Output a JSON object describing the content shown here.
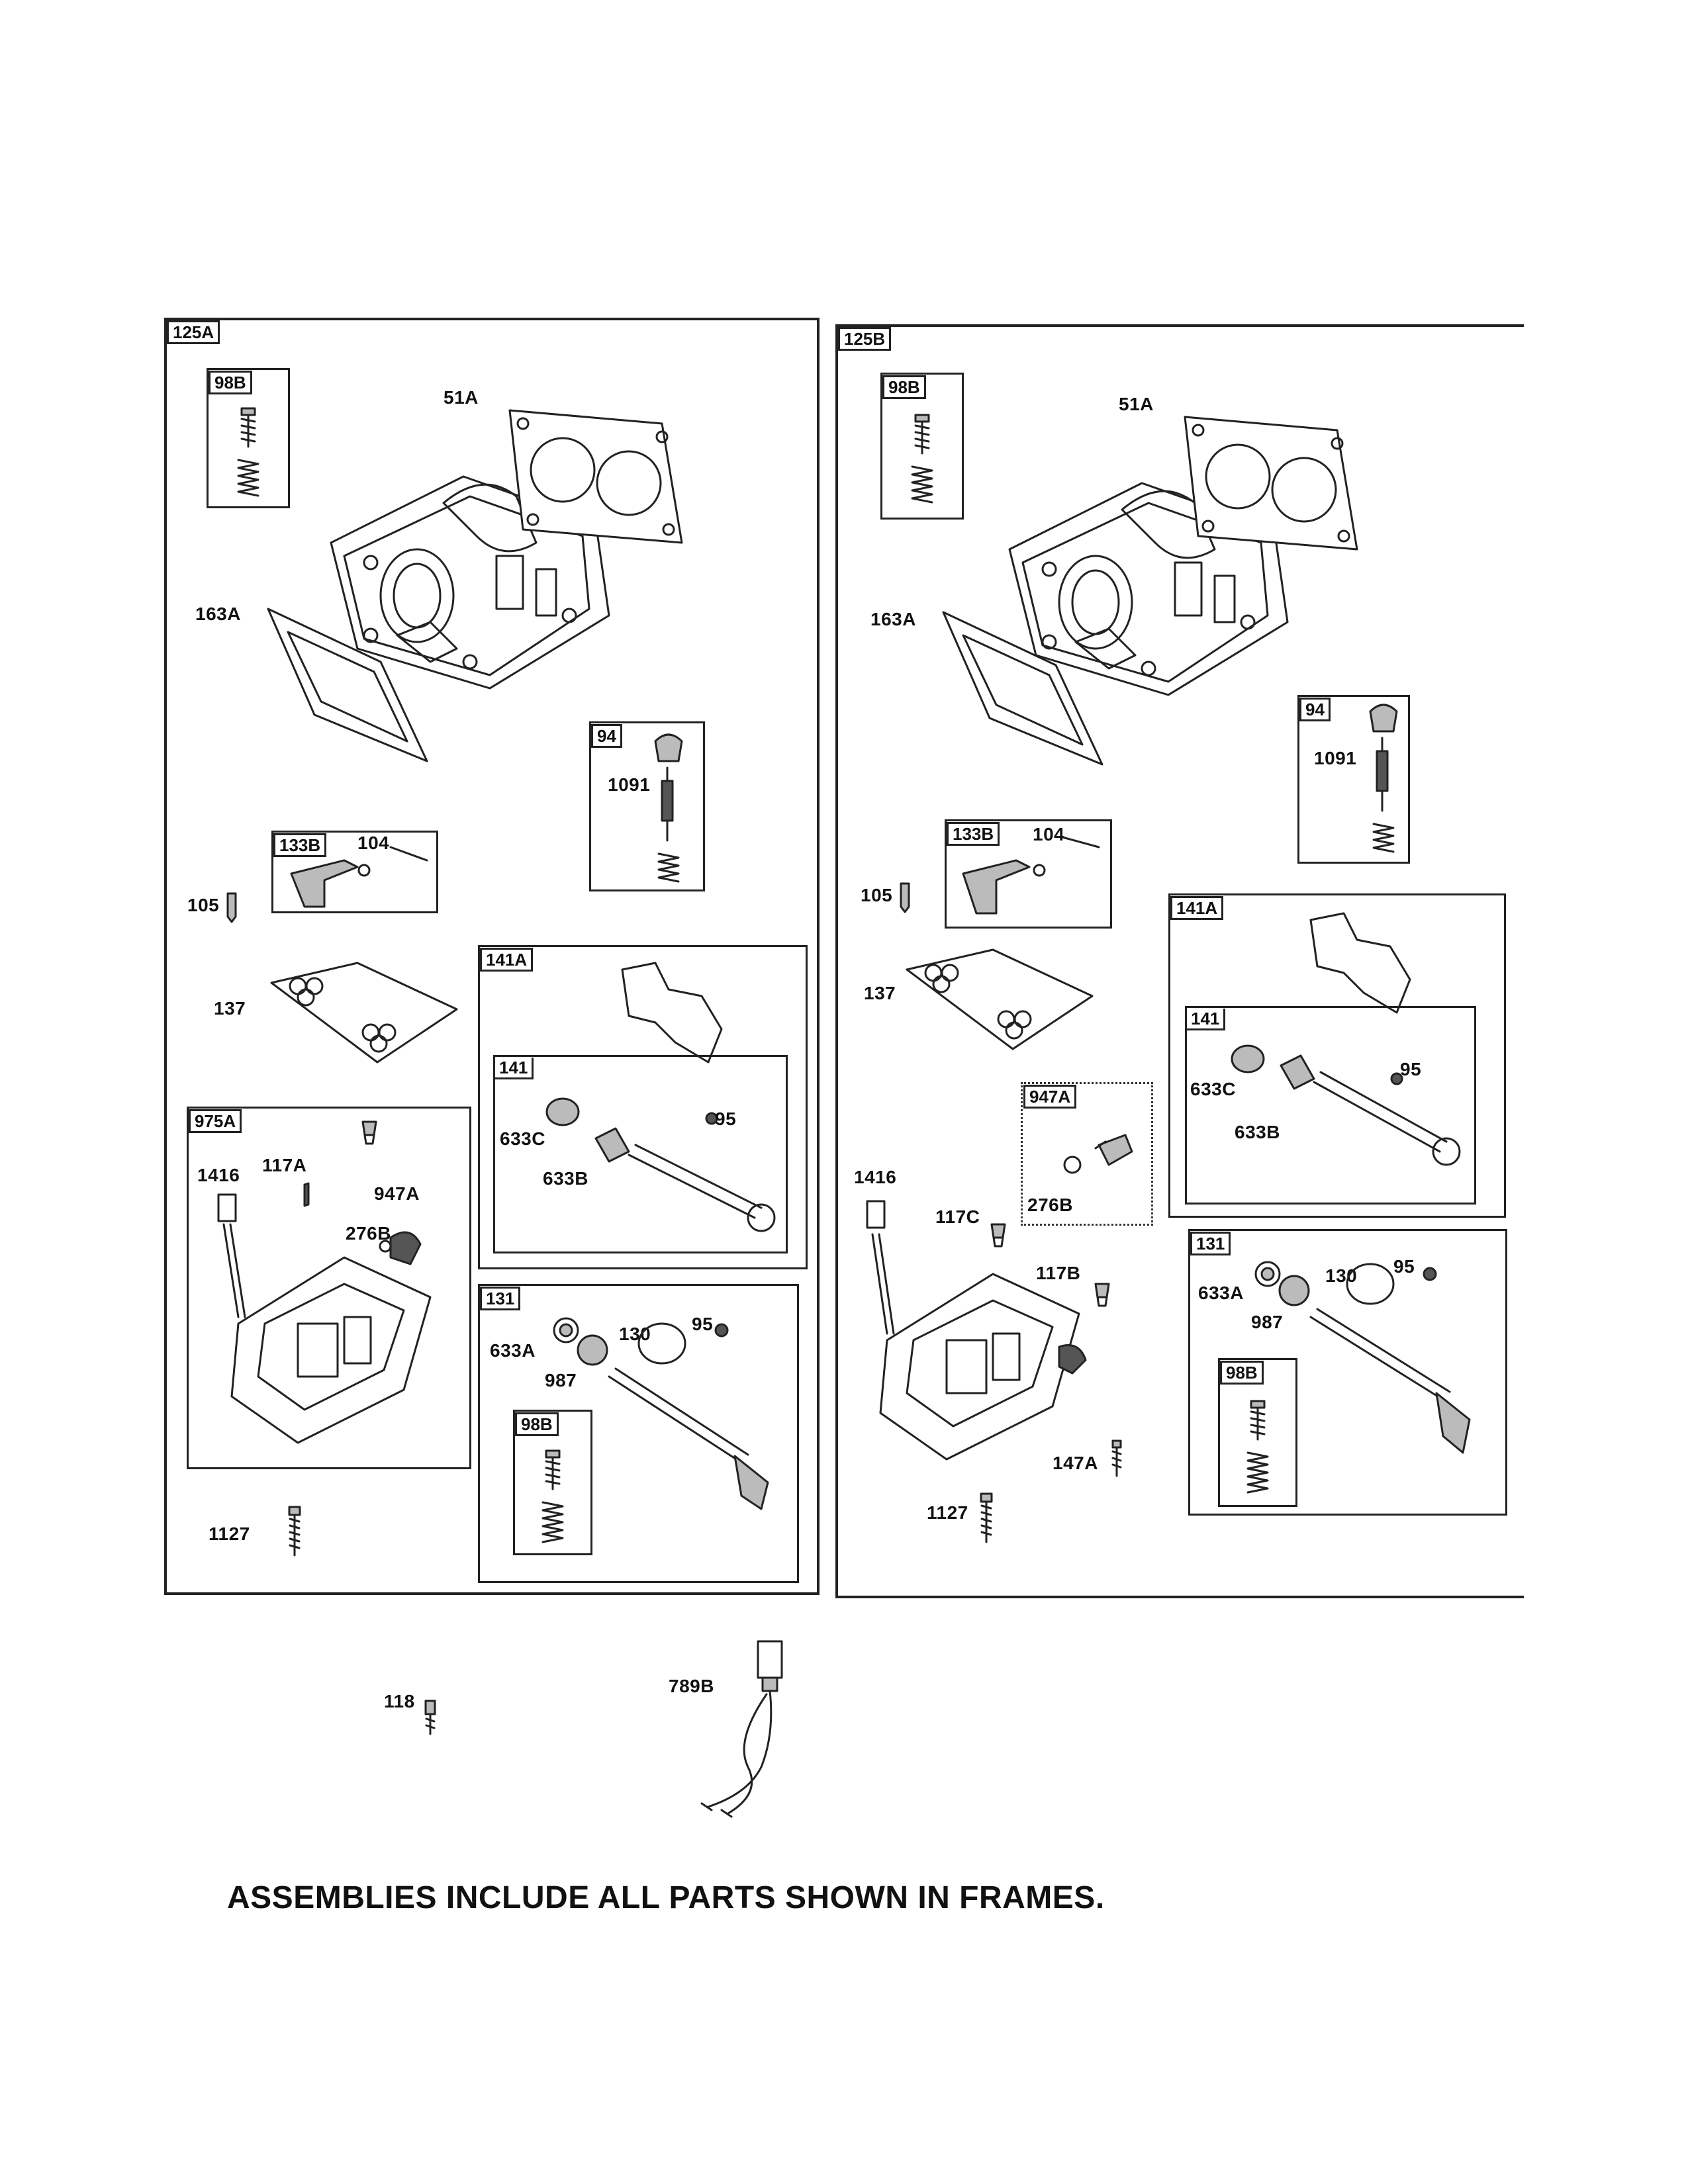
{
  "footer_note": "ASSEMBLIES INCLUDE ALL PARTS SHOWN IN FRAMES.",
  "left_assembly": {
    "frame_label": "125A",
    "sub_frames": {
      "f98b_top": "98B",
      "f133b": "133B",
      "f94": "94",
      "f141a": "141A",
      "f141": "141",
      "f975a": "975A",
      "f131": "131",
      "f98b_bottom": "98B"
    },
    "labels": {
      "l51a": "51A",
      "l163a": "163A",
      "l1091": "1091",
      "l104": "104",
      "l105": "105",
      "l137": "137",
      "l633c": "633C",
      "l633b": "633B",
      "l95a": "95",
      "l1416": "1416",
      "l117a": "117A",
      "l947a": "947A",
      "l276b": "276B",
      "l633a": "633A",
      "l130": "130",
      "l95b": "95",
      "l987": "987",
      "l1127": "1127"
    }
  },
  "right_assembly": {
    "frame_label": "125B",
    "sub_frames": {
      "f98b_top": "98B",
      "f94": "94",
      "f133b": "133B",
      "f141a": "141A",
      "f141": "141",
      "f947a": "947A",
      "f131": "131",
      "f98b_bottom": "98B"
    },
    "labels": {
      "l51a": "51A",
      "l163a": "163A",
      "l1091": "1091",
      "l104": "104",
      "l105": "105",
      "l137": "137",
      "l633c": "633C",
      "l95a": "95",
      "l633b": "633B",
      "l1416": "1416",
      "l276b": "276B",
      "l117c": "117C",
      "l117b": "117B",
      "l633a": "633A",
      "l130": "130",
      "l95b": "95",
      "l987": "987",
      "l147a": "147A",
      "l1127": "1127"
    }
  },
  "loose_parts": {
    "l118": "118",
    "l789b": "789B"
  }
}
